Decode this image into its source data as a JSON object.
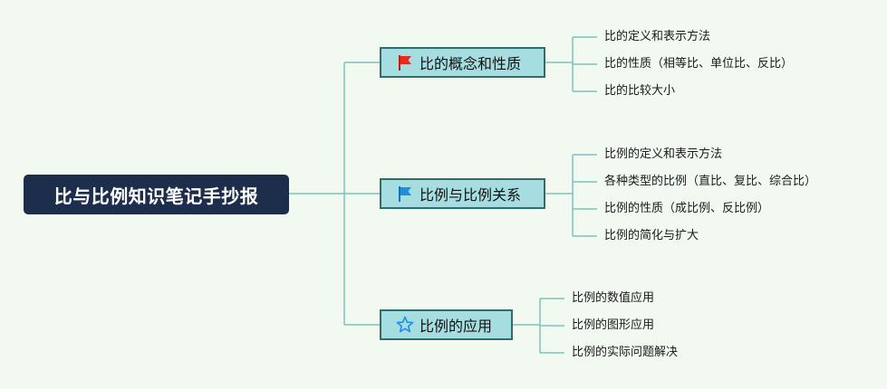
{
  "root": {
    "title": "比与比例知识笔记手抄报"
  },
  "branches": [
    {
      "label": "比的概念和性质",
      "icon": "red-flag-icon",
      "icon_color": "#e52b1e",
      "items": [
        "比的定义和表示方法",
        "比的性质（相等比、单位比、反比）",
        "比的比较大小"
      ]
    },
    {
      "label": "比例与比例关系",
      "icon": "blue-flag-icon",
      "icon_color": "#1e8fe0",
      "items": [
        "比例的定义和表示方法",
        "各种类型的比例（直比、复比、综合比）",
        "比例的性质（成比例、反比例）",
        "比例的简化与扩大"
      ]
    },
    {
      "label": "比例的应用",
      "icon": "star-outline-icon",
      "icon_color": "#1e8fe0",
      "items": [
        "比例的数值应用",
        "比例的图形应用",
        "比例的实际问题解决"
      ]
    }
  ],
  "colors": {
    "line": "#7cc2bd",
    "root_bg": "#1c2e4b",
    "branch_bg": "#a6dde0",
    "branch_border": "#2c6e6c"
  }
}
